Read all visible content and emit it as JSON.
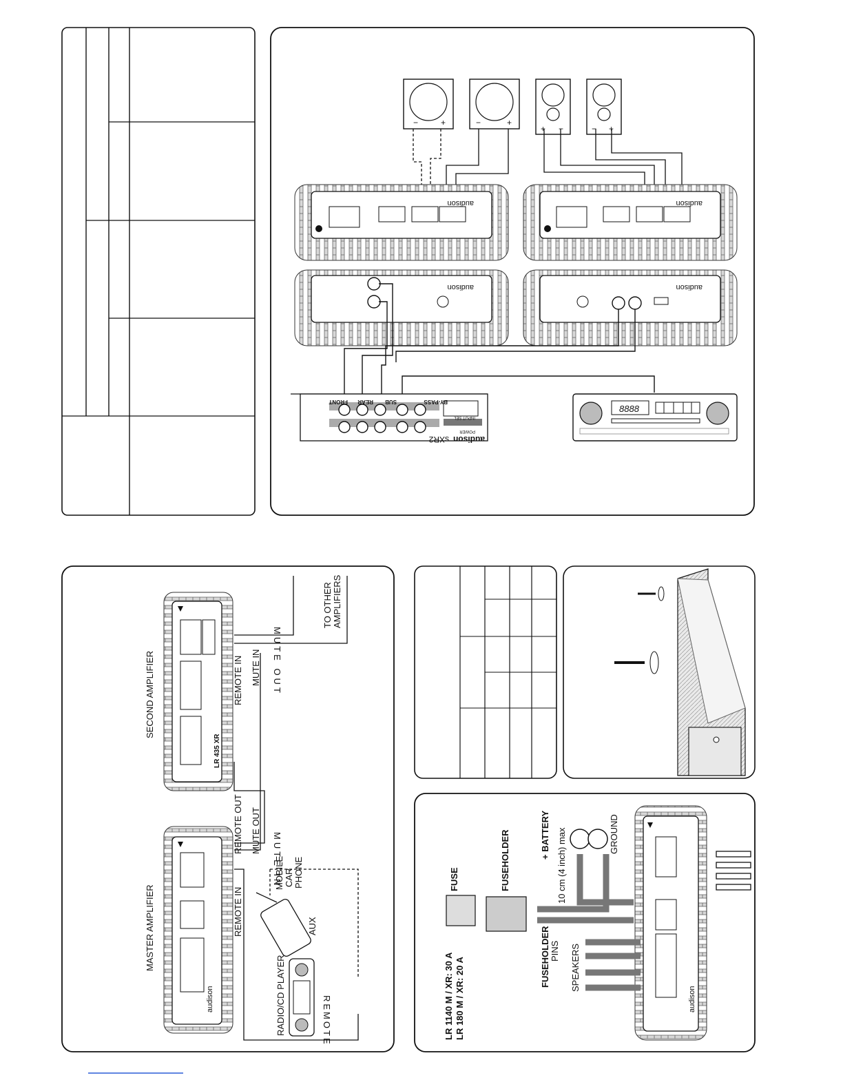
{
  "radio_cd_player_display": "8888",
  "preamp": {
    "brand": "audison",
    "model": "sXR2",
    "labels": {
      "input_select": "INPUT SEL",
      "power": "POWER",
      "bypass": "BY-PASS",
      "sub": "SUB",
      "rear": "REAR",
      "front": "FRONT"
    }
  },
  "top_amp_brand": "audison",
  "mute_remote_panel": {
    "master_title": "MASTER AMPLIFIER",
    "second_title": "SECOND AMPLIFIER",
    "second_model": "LR 435 XR",
    "master_brand": "audison",
    "remote_in_1": "REMOTE IN",
    "remote_out": "REMOTE OUT",
    "mute_out": "MUTE OUT",
    "remote_in_2": "REMOTE IN",
    "mute_in_2": "MUTE IN",
    "mute_out_vertical": "MUTE OUT",
    "remote_out_vertical": "REMOTE OUT",
    "to_other_1": "TO OTHER",
    "to_other_2": "AMPLIFIERS",
    "mobile": "MOBILE",
    "car": "CAR",
    "phone": "PHONE",
    "aux": "AUX",
    "radio_cd": "RADIO/CD PLAYER",
    "remote_vertical": "REMOTE",
    "mute_in_vertical": "MUTE IN"
  },
  "power_panel": {
    "fuse": "FUSE",
    "fuseholder": "FUSEHOLDER",
    "battery": "+ BATTERY",
    "distance": "10 cm (4 inch) max",
    "ground": "GROUND",
    "fuseholder_pins_1": "FUSEHOLDER",
    "fuseholder_pins_2": "PINS",
    "speakers": "SPEAKERS",
    "fuse_line_1": "LR 1140 M / XR:  30 A",
    "fuse_line_2": "LR 180 M / XR:  20 A",
    "brand": "audison"
  }
}
